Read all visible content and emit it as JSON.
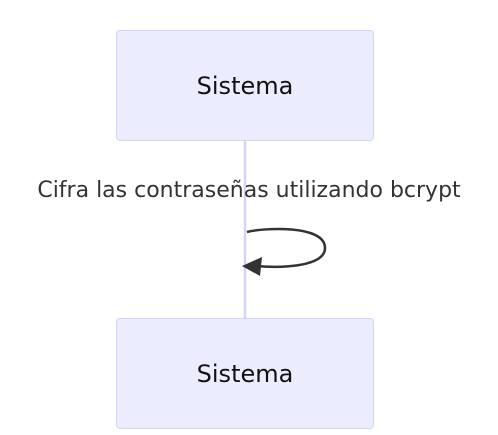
{
  "actor": {
    "top_label": "Sistema",
    "bottom_label": "Sistema"
  },
  "message": {
    "text": "Cifra las contraseñas utilizando bcrypt",
    "type": "self-call"
  },
  "colors": {
    "actor_fill": "#ececff",
    "actor_border": "#d3d3f5",
    "lifeline": "#d3d3f5",
    "arrow": "#333333"
  }
}
